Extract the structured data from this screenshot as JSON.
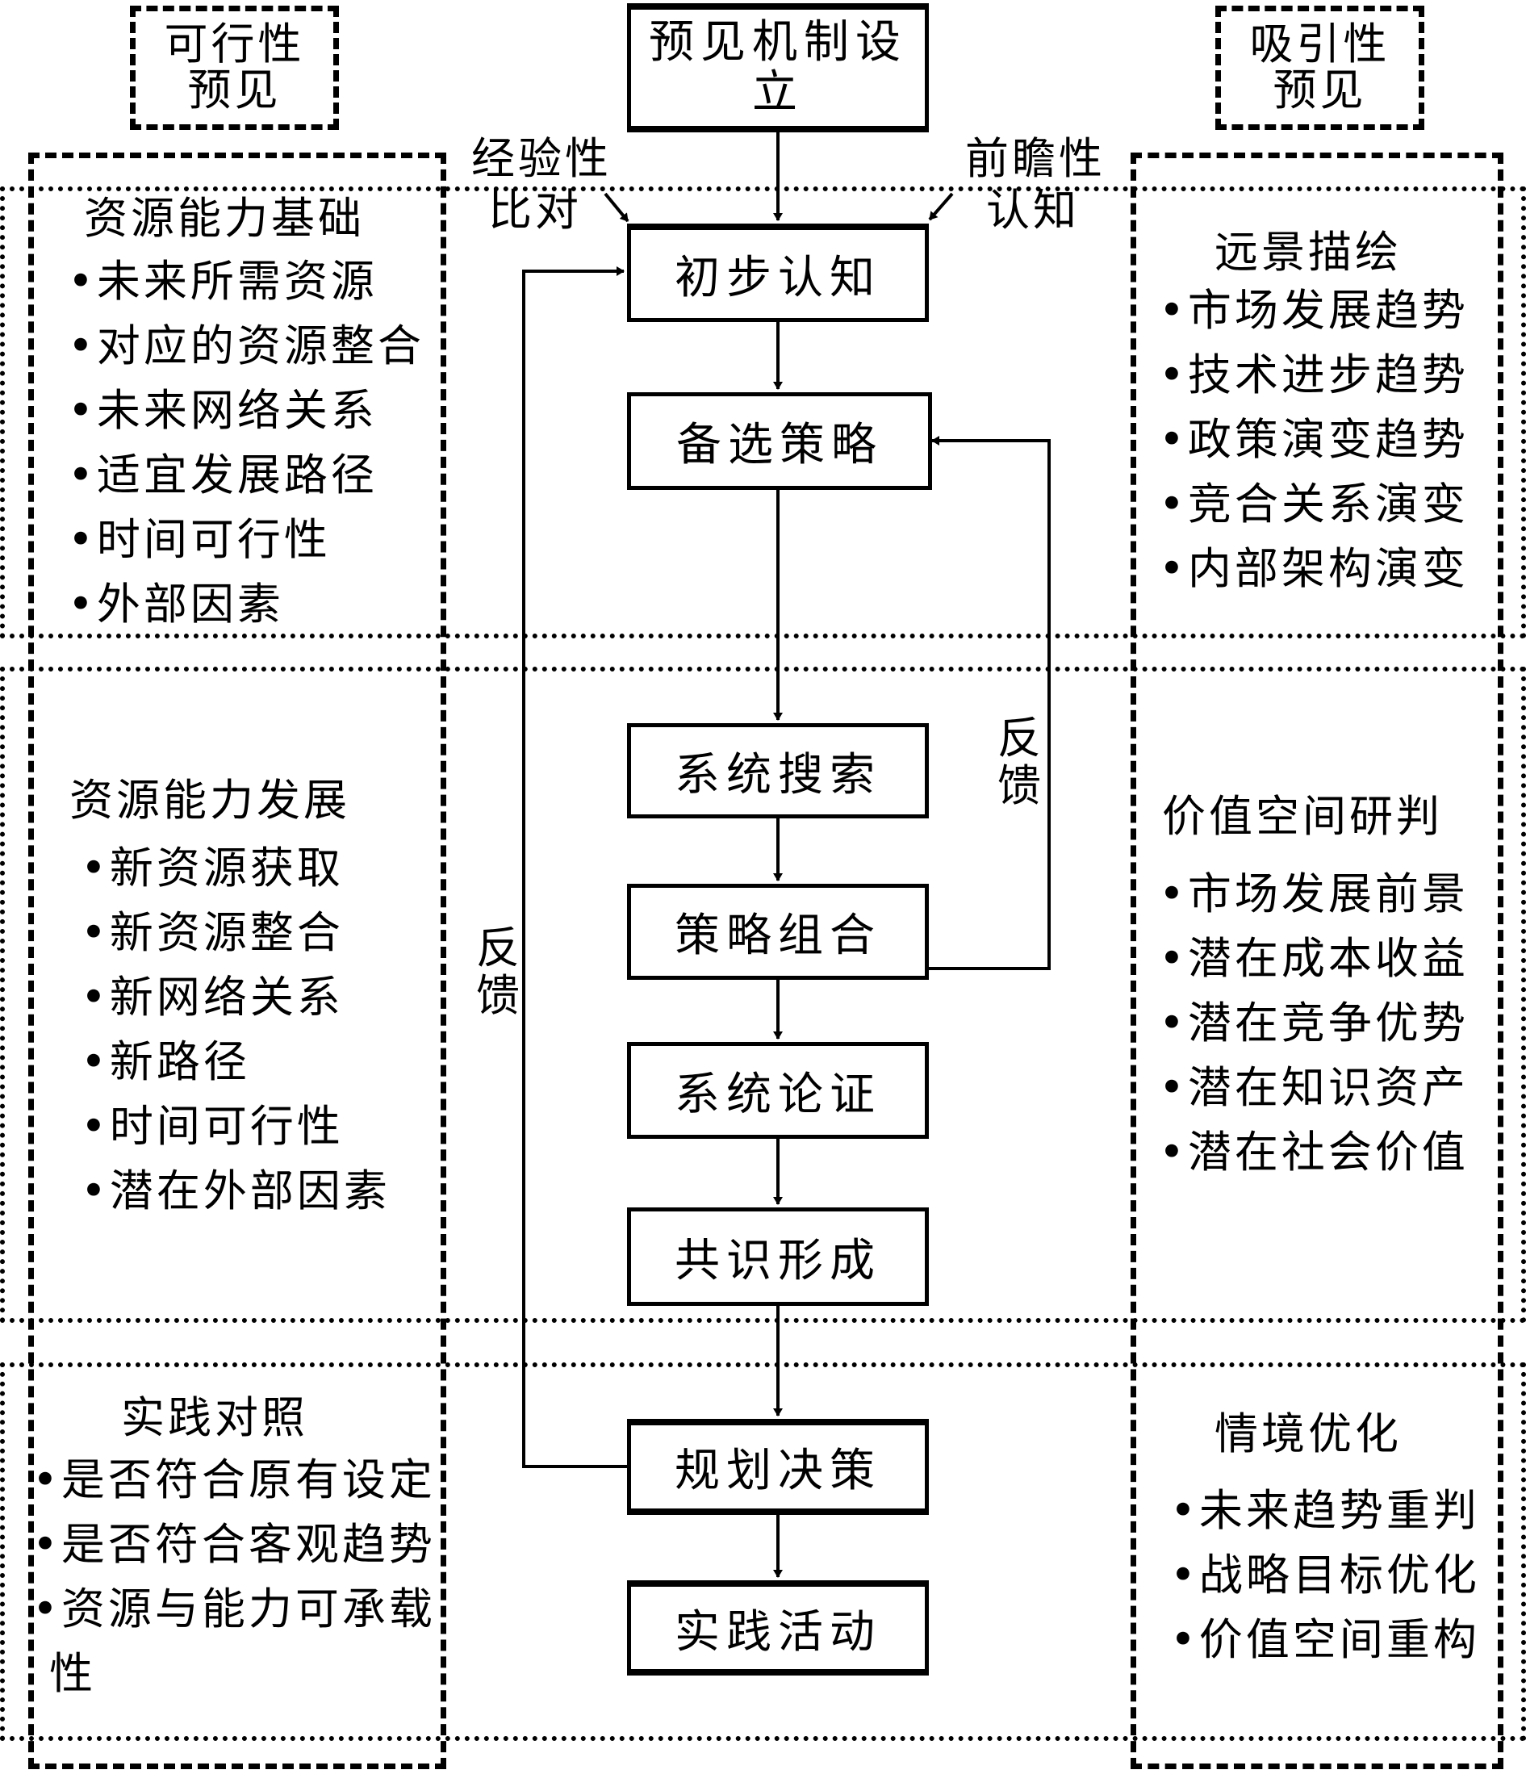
{
  "top": {
    "feasibility_label": "可行性\n预见",
    "mechanism_label": "预见机制设立",
    "attraction_label": "吸引性\n预见",
    "empirical_label_1": "经验性",
    "empirical_label_2": "比对",
    "forward_label_1": "前瞻性",
    "forward_label_2": "认知"
  },
  "flow": {
    "steps": [
      "初步认知",
      "备选策略",
      "系统搜索",
      "策略组合",
      "系统论证",
      "共识形成",
      "规划决策",
      "实践活动"
    ],
    "feedback_left": "反\n馈",
    "feedback_right": "反\n馈"
  },
  "left": {
    "band1": {
      "title": "资源能力基础",
      "items": [
        "•未来所需资源",
        "•对应的资源整合",
        "•未来网络关系",
        "•适宜发展路径",
        "•时间可行性",
        "•外部因素"
      ]
    },
    "band2": {
      "title": "资源能力发展",
      "items": [
        "•新资源获取",
        "•新资源整合",
        "•新网络关系",
        "•新路径",
        "•时间可行性",
        "•潜在外部因素"
      ]
    },
    "band3": {
      "title": "实践对照",
      "items": [
        "•是否符合原有设定",
        "•是否符合客观趋势",
        "•资源与能力可承载",
        " 性"
      ]
    }
  },
  "right": {
    "band1": {
      "title": "远景描绘",
      "items": [
        "•市场发展趋势",
        "•技术进步趋势",
        "•政策演变趋势",
        "•竞合关系演变",
        "•内部架构演变"
      ]
    },
    "band2": {
      "title": "价值空间研判",
      "items": [
        "•市场发展前景",
        "•潜在成本收益",
        "•潜在竞争优势",
        "•潜在知识资产",
        "•潜在社会价值"
      ]
    },
    "band3": {
      "title": "情境优化",
      "items": [
        "•未来趋势重判",
        "•战略目标优化",
        "•价值空间重构"
      ]
    }
  }
}
